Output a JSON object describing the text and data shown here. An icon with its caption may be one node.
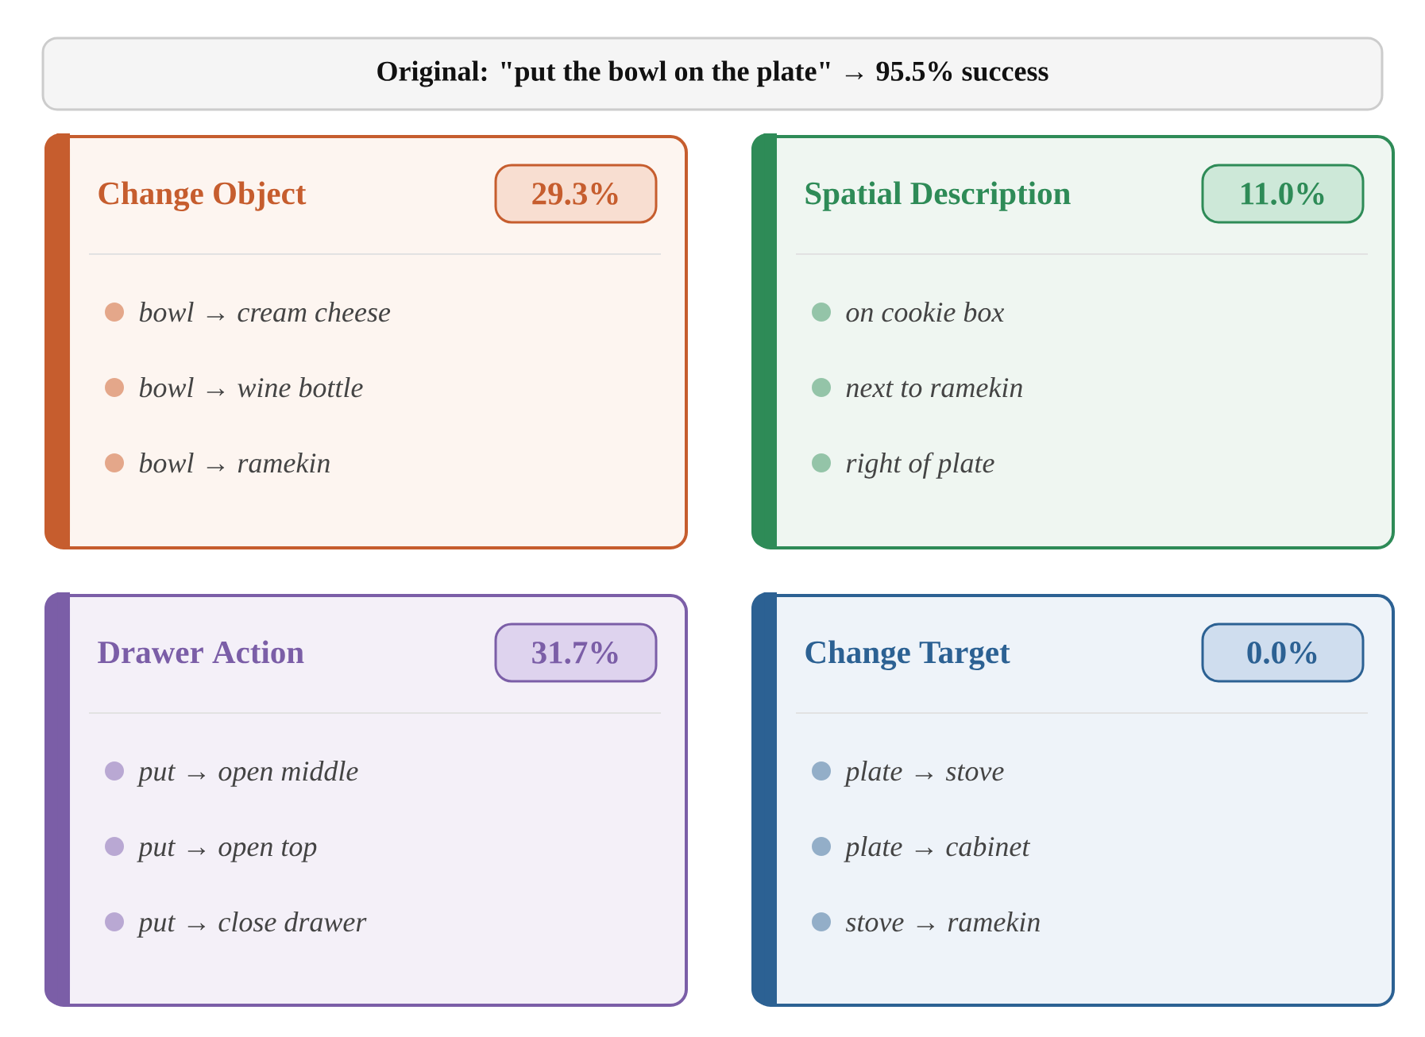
{
  "diagram": {
    "nodes": [
      {
        "text": [
          "Original: \"put the bowl on the plate\" → 95.5% success"
        ]
      },
      {
        "text": [
          "Change Object",
          "bowl → cream cheese",
          "bowl → wine bottle",
          "bowl → ramekin"
        ]
      },
      {
        "text": [
          "29.3%"
        ],
        "in": 1
      },
      {
        "text": [
          "Spatial Description",
          "on cookie box",
          "next to ramekin",
          "right of plate"
        ]
      },
      {
        "text": [
          "11.0%"
        ],
        "in": 3
      },
      {
        "text": [
          "Drawer Action",
          "put → open middle",
          "put → open top",
          "put → close drawer"
        ]
      },
      {
        "text": [
          "31.7%"
        ],
        "in": 5
      },
      {
        "text": [
          "Change Target",
          "plate → stove",
          "plate → cabinet",
          "stove → ramekin"
        ]
      },
      {
        "text": [
          "0.0%"
        ],
        "in": 7
      }
    ]
  }
}
